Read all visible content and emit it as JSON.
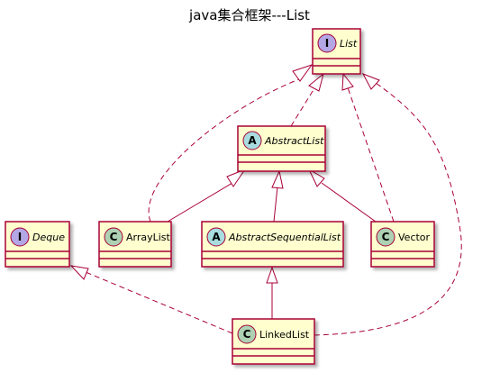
{
  "diagram": {
    "title": "java集合框架---List",
    "colors": {
      "box_fill": "#FEFECE",
      "border": "#A80036",
      "interface_badge": "#B4A7E5",
      "abstract_badge": "#A9DCDF",
      "class_badge": "#ADD1B2"
    },
    "nodes": [
      {
        "id": "list",
        "kind": "interface",
        "badge": "I",
        "label": "List"
      },
      {
        "id": "abstractlist",
        "kind": "abstract",
        "badge": "A",
        "label": "AbstractList"
      },
      {
        "id": "deque",
        "kind": "interface",
        "badge": "I",
        "label": "Deque"
      },
      {
        "id": "arraylist",
        "kind": "class",
        "badge": "C",
        "label": "ArrayList"
      },
      {
        "id": "abstractsequentiallist",
        "kind": "abstract",
        "badge": "A",
        "label": "AbstractSequentialList"
      },
      {
        "id": "vector",
        "kind": "class",
        "badge": "C",
        "label": "Vector"
      },
      {
        "id": "linkedlist",
        "kind": "class",
        "badge": "C",
        "label": "LinkedList"
      }
    ],
    "edges": [
      {
        "from": "abstractlist",
        "to": "list",
        "type": "implements"
      },
      {
        "from": "arraylist",
        "to": "list",
        "type": "implements"
      },
      {
        "from": "vector",
        "to": "list",
        "type": "implements"
      },
      {
        "from": "linkedlist",
        "to": "list",
        "type": "implements"
      },
      {
        "from": "arraylist",
        "to": "abstractlist",
        "type": "extends"
      },
      {
        "from": "abstractsequentiallist",
        "to": "abstractlist",
        "type": "extends"
      },
      {
        "from": "vector",
        "to": "abstractlist",
        "type": "extends"
      },
      {
        "from": "linkedlist",
        "to": "abstractsequentiallist",
        "type": "extends"
      },
      {
        "from": "linkedlist",
        "to": "deque",
        "type": "implements"
      }
    ]
  }
}
